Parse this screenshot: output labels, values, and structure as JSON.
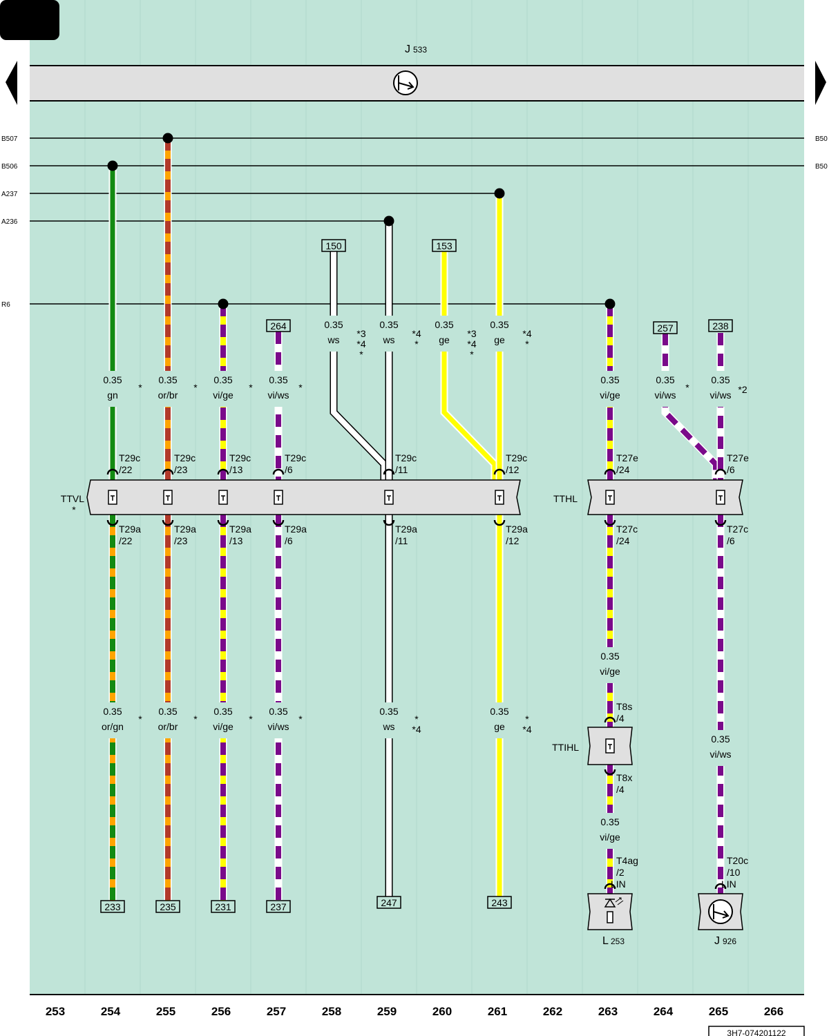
{
  "colors": {
    "background": "#c0e4d8",
    "gn": "#138a12",
    "or": "#ffa500",
    "br": "#b23a2a",
    "vi": "#7a0a8a",
    "ge": "#ffff00",
    "ws": "#ffffff",
    "bar": "#e0e0e0",
    "line": "#000000"
  },
  "unit": {
    "name": "J",
    "sub": "533"
  },
  "buses": [
    {
      "id": "b507",
      "left": "B507",
      "right": "B50"
    },
    {
      "id": "b506",
      "left": "B506",
      "right": "B50"
    },
    {
      "id": "a237",
      "left": "A237",
      "right": ""
    },
    {
      "id": "a236",
      "left": "A236",
      "right": ""
    },
    {
      "id": "r6",
      "left": "R6",
      "right": ""
    }
  ],
  "refs_top": [
    "150",
    "153",
    "264",
    "257",
    "238"
  ],
  "refs_bottom": [
    "233",
    "235",
    "231",
    "237",
    "247",
    "243"
  ],
  "connectors": {
    "ttvl": "TTVL",
    "ttvl_star": "*",
    "tthl": "TTHL",
    "ttihl": "TTIHL"
  },
  "pins_upper": [
    {
      "id": "c254",
      "t": "T29c",
      "n": "/22"
    },
    {
      "id": "c255",
      "t": "T29c",
      "n": "/23"
    },
    {
      "id": "c256",
      "t": "T29c",
      "n": "/13"
    },
    {
      "id": "c257",
      "t": "T29c",
      "n": "/6"
    },
    {
      "id": "c259",
      "t": "T29c",
      "n": "/11"
    },
    {
      "id": "c261",
      "t": "T29c",
      "n": "/12"
    },
    {
      "id": "c263",
      "t": "T27e",
      "n": "/24"
    },
    {
      "id": "c265",
      "t": "T27e",
      "n": "/6"
    }
  ],
  "pins_lower": [
    {
      "id": "c254",
      "t": "T29a",
      "n": "/22"
    },
    {
      "id": "c255",
      "t": "T29a",
      "n": "/23"
    },
    {
      "id": "c256",
      "t": "T29a",
      "n": "/13"
    },
    {
      "id": "c257",
      "t": "T29a",
      "n": "/6"
    },
    {
      "id": "c259",
      "t": "T29a",
      "n": "/11"
    },
    {
      "id": "c261",
      "t": "T29a",
      "n": "/12"
    },
    {
      "id": "c263",
      "t": "T27c",
      "n": "/24"
    },
    {
      "id": "c265",
      "t": "T27c",
      "n": "/6"
    }
  ],
  "pins_misc": {
    "t8s": "T8s",
    "t8s_n": "/4",
    "t8x": "T8x",
    "t8x_n": "/4",
    "t4ag": "T4ag",
    "t4ag_n": "/2",
    "t4ag_lin": "LIN",
    "t20c": "T20c",
    "t20c_n": "/10",
    "t20c_lin": "LIN"
  },
  "wire_labels": [
    {
      "id": "w254a",
      "size": "0.35",
      "color": "gn",
      "note": "*"
    },
    {
      "id": "w255a",
      "size": "0.35",
      "color": "or/br",
      "note": "*"
    },
    {
      "id": "w256a",
      "size": "0.35",
      "color": "vi/ge",
      "note": "*"
    },
    {
      "id": "w257a",
      "size": "0.35",
      "color": "vi/ws",
      "note": "*"
    },
    {
      "id": "w258a",
      "size": "0.35",
      "color": "ws",
      "note": "*3\n*4\n*"
    },
    {
      "id": "w259a",
      "size": "0.35",
      "color": "ws",
      "note": "*4\n*"
    },
    {
      "id": "w260a",
      "size": "0.35",
      "color": "ge",
      "note": "*3\n*4\n*"
    },
    {
      "id": "w261a",
      "size": "0.35",
      "color": "ge",
      "note": "*4\n*"
    },
    {
      "id": "w263a",
      "size": "0.35",
      "color": "vi/ge",
      "note": ""
    },
    {
      "id": "w264a",
      "size": "0.35",
      "color": "vi/ws",
      "note": "*"
    },
    {
      "id": "w265a",
      "size": "0.35",
      "color": "vi/ws",
      "note": "*2"
    },
    {
      "id": "w254b",
      "size": "0.35",
      "color": "or/gn",
      "note": "*"
    },
    {
      "id": "w255b",
      "size": "0.35",
      "color": "or/br",
      "note": "*"
    },
    {
      "id": "w256b",
      "size": "0.35",
      "color": "vi/ge",
      "note": "*"
    },
    {
      "id": "w257b",
      "size": "0.35",
      "color": "vi/ws",
      "note": "*"
    },
    {
      "id": "w259b",
      "size": "0.35",
      "color": "ws",
      "note": "*\n*4"
    },
    {
      "id": "w261b",
      "size": "0.35",
      "color": "ge",
      "note": "*\n*4"
    },
    {
      "id": "w263b",
      "size": "0.35",
      "color": "vi/ge",
      "note": ""
    },
    {
      "id": "w263c",
      "size": "0.35",
      "color": "vi/ge",
      "note": ""
    },
    {
      "id": "w265b",
      "size": "0.35",
      "color": "vi/ws",
      "note": ""
    }
  ],
  "components": {
    "l253": {
      "name": "L",
      "sub": "253"
    },
    "j926": {
      "name": "J",
      "sub": "926"
    }
  },
  "columns": [
    "253",
    "254",
    "255",
    "256",
    "257",
    "258",
    "259",
    "260",
    "261",
    "262",
    "263",
    "264",
    "265",
    "266"
  ],
  "doc_id": "3H7-074201122"
}
